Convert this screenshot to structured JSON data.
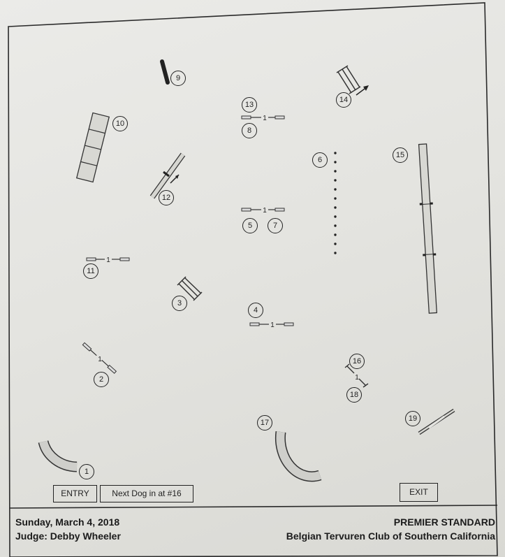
{
  "course_map": {
    "obstacle_numbers": [
      "1",
      "2",
      "3",
      "4",
      "5",
      "6",
      "7",
      "8",
      "9",
      "10",
      "11",
      "12",
      "13",
      "14",
      "15",
      "16",
      "17",
      "18",
      "19"
    ],
    "jump_label": "1"
  },
  "buttons": {
    "entry": "ENTRY",
    "next_dog": "Next Dog in at #16",
    "exit": "EXIT"
  },
  "footer": {
    "date": "Sunday, March 4, 2018",
    "judge": "Judge: Debby Wheeler",
    "course_type": "PREMIER STANDARD",
    "club": "Belgian Tervuren Club of Southern California"
  }
}
